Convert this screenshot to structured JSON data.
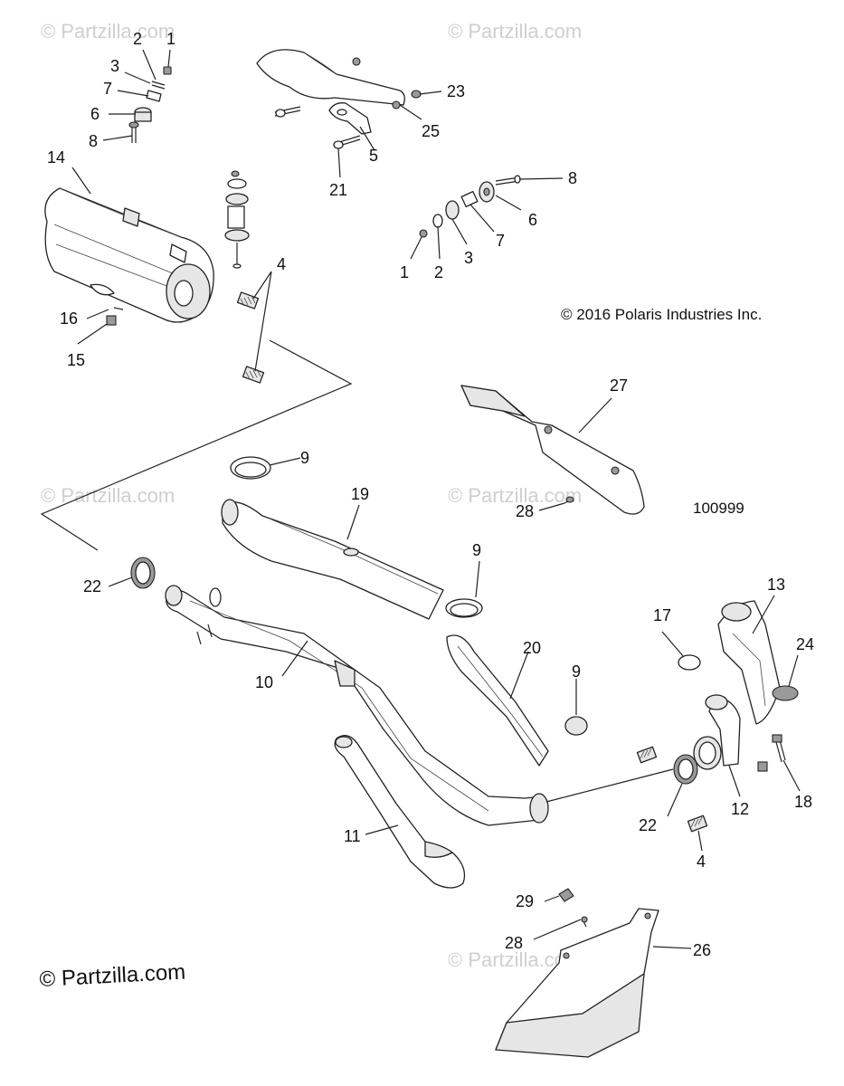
{
  "watermark": "© Partzilla.com",
  "copyright": "© 2016 Polaris Industries Inc.",
  "diagram_number": "100999",
  "brand": "© Partzilla.com",
  "callouts": {
    "c1a": "1",
    "c2a": "2",
    "c3a": "3",
    "c7a": "7",
    "c6a": "6",
    "c8a": "8",
    "c14": "14",
    "c16": "16",
    "c15": "15",
    "c4a": "4",
    "c23": "23",
    "c25": "25",
    "c5": "5",
    "c21": "21",
    "c8b": "8",
    "c6b": "6",
    "c7b": "7",
    "c3b": "3",
    "c2b": "2",
    "c1b": "1",
    "c27": "27",
    "c28a": "28",
    "c9a": "9",
    "c19": "19",
    "c22a": "22",
    "c9b": "9",
    "c10": "10",
    "c20": "20",
    "c9c": "9",
    "c17": "17",
    "c13": "13",
    "c24": "24",
    "c12": "12",
    "c18": "18",
    "c22b": "22",
    "c4b": "4",
    "c11": "11",
    "c29": "29",
    "c28b": "28",
    "c26": "26"
  }
}
